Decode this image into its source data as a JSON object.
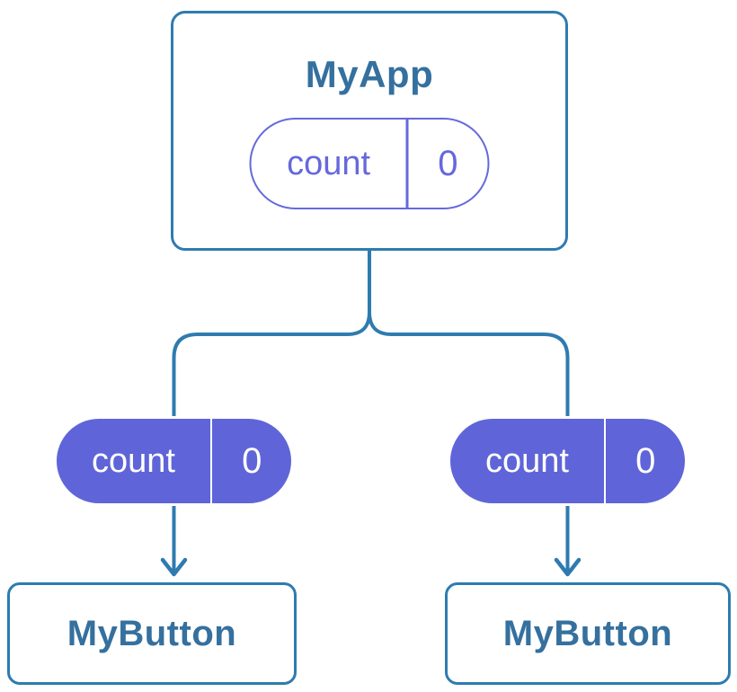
{
  "colors": {
    "line_blue": "#2e7bb0",
    "label_blue": "#35709e",
    "purple": "#6569dc",
    "purple_fill": "#5f65d8",
    "card_bg": "#ffffff",
    "page_bg": "#ffffff"
  },
  "root": {
    "title": "MyApp",
    "state": {
      "name": "count",
      "value": "0"
    }
  },
  "children": [
    {
      "title": "MyButton",
      "state": {
        "name": "count",
        "value": "0"
      }
    },
    {
      "title": "MyButton",
      "state": {
        "name": "count",
        "value": "0"
      }
    }
  ]
}
